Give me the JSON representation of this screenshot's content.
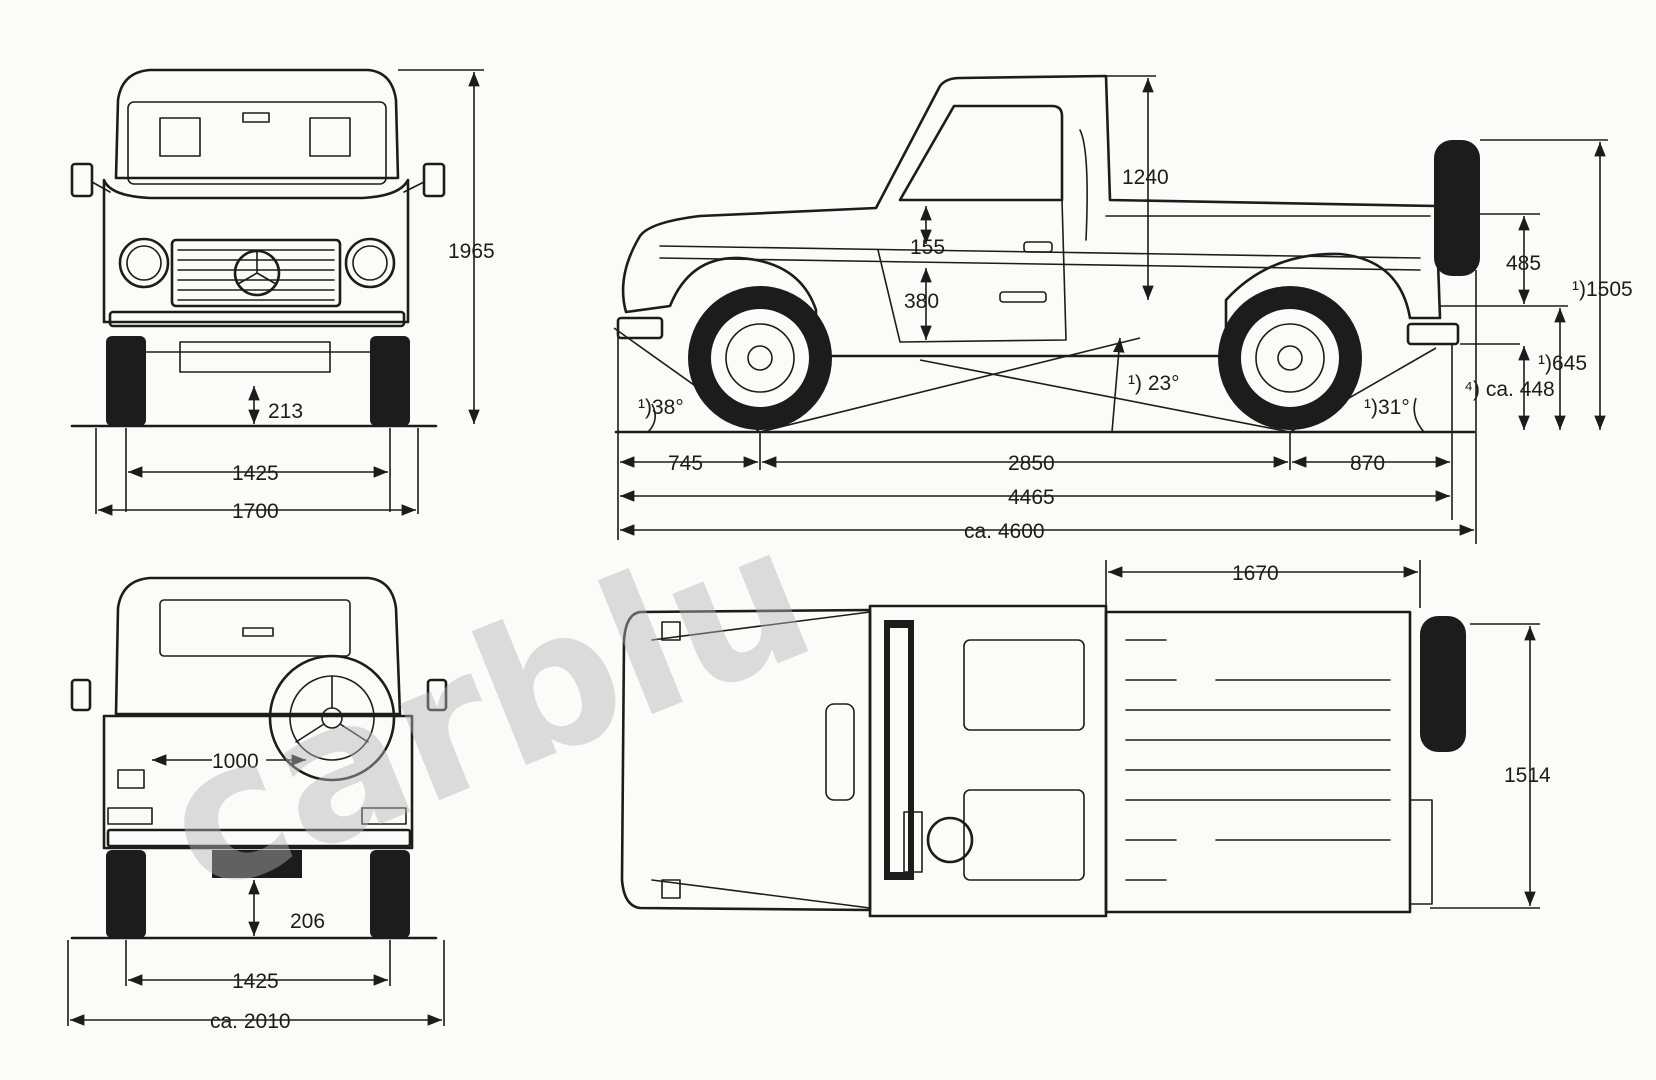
{
  "views": {
    "front": {
      "height": "1965",
      "ground_clearance": "213",
      "track": "1425",
      "width": "1700"
    },
    "rear": {
      "inner_width": "1000",
      "ground_clearance": "206",
      "track": "1425",
      "width": "ca. 2010"
    },
    "side": {
      "cab_height": "1240",
      "step_155": "155",
      "sill_380": "380",
      "tailgate_485": "485",
      "overall_height": "¹)1505",
      "rear_645": "¹)645",
      "load_height": "⁴) ca. 448",
      "approach_angle": "¹)38°",
      "breakover_angle": "¹) 23°",
      "departure_angle": "¹)31°",
      "front_overhang": "745",
      "wheelbase": "2850",
      "rear_overhang": "870",
      "length": "4465",
      "overall_length": "ca. 4600"
    },
    "top": {
      "bed_length": "1670",
      "bed_width": "1514"
    }
  },
  "watermark": "carblu"
}
